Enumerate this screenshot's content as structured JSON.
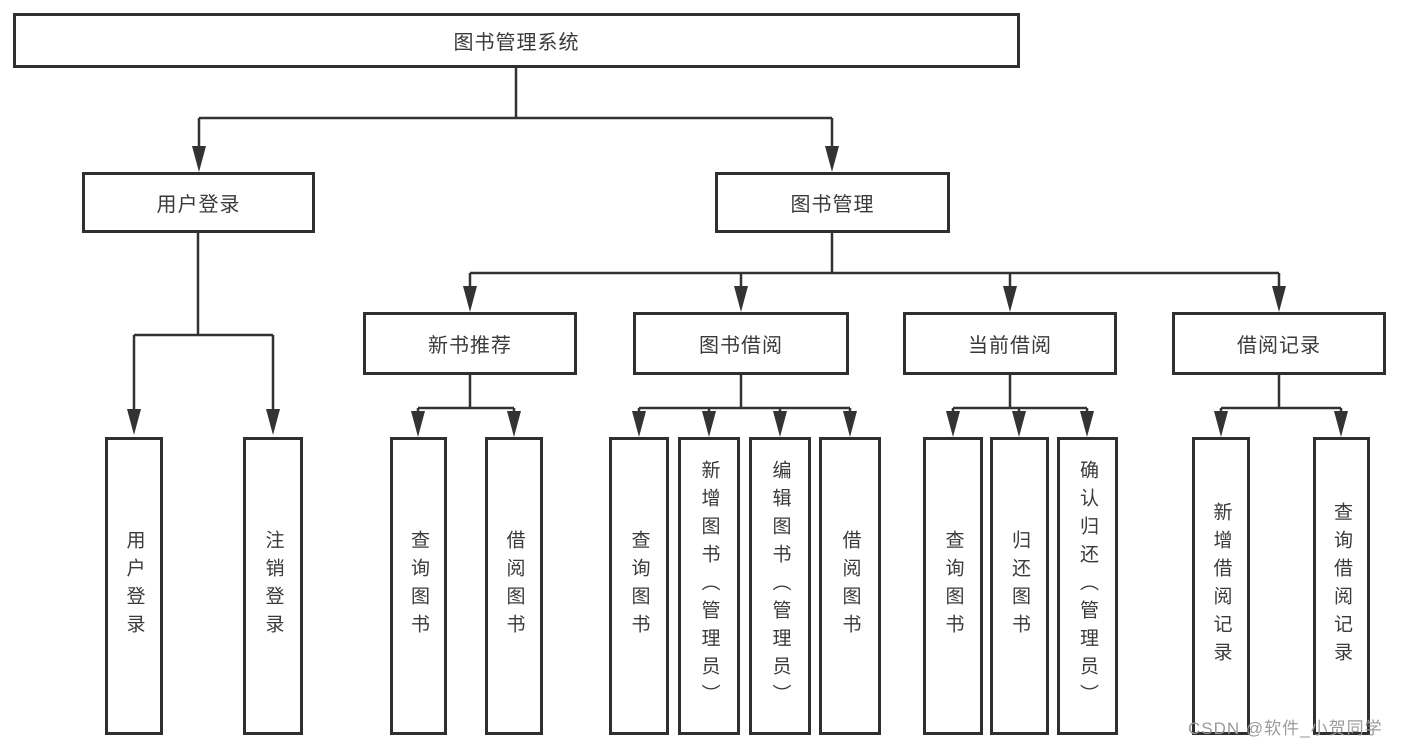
{
  "tree": {
    "root": {
      "label": "图书管理系统",
      "children": [
        {
          "label": "用户登录",
          "children": [
            {
              "label": "用户登录"
            },
            {
              "label": "注销登录"
            }
          ]
        },
        {
          "label": "图书管理",
          "children": [
            {
              "label": "新书推荐",
              "children": [
                {
                  "label": "查询图书"
                },
                {
                  "label": "借阅图书"
                }
              ]
            },
            {
              "label": "图书借阅",
              "children": [
                {
                  "label": "查询图书"
                },
                {
                  "label": "新增图书（管理员）"
                },
                {
                  "label": "编辑图书（管理员）"
                },
                {
                  "label": "借阅图书"
                }
              ]
            },
            {
              "label": "当前借阅",
              "children": [
                {
                  "label": "查询图书"
                },
                {
                  "label": "归还图书"
                },
                {
                  "label": "确认归还（管理员）"
                }
              ]
            },
            {
              "label": "借阅记录",
              "children": [
                {
                  "label": "新增借阅记录"
                },
                {
                  "label": "查询借阅记录"
                }
              ]
            }
          ]
        }
      ]
    }
  },
  "watermark": {
    "text": "CSDN @软件_小贺同学"
  },
  "colors": {
    "line": "#333333",
    "box_border": "#2f2f2f",
    "text": "#3a3a3a",
    "watermark": "#9b9b9b",
    "background": "#ffffff"
  }
}
